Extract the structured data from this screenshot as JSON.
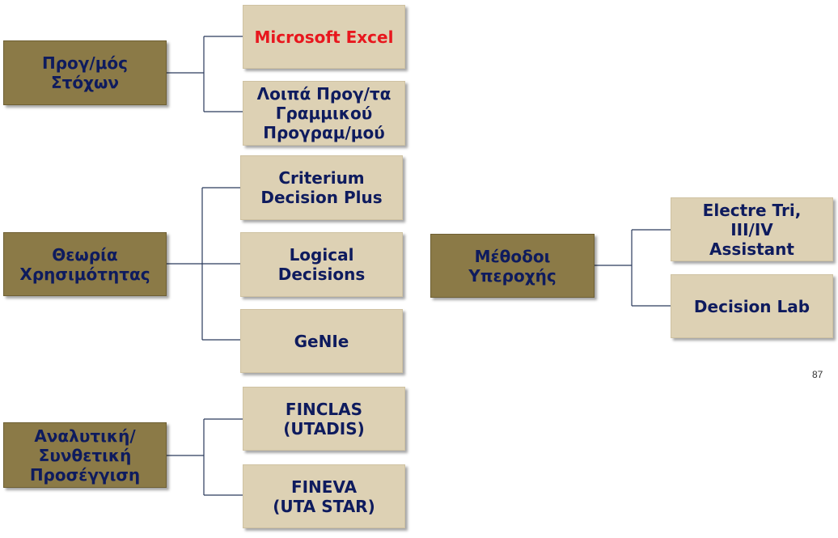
{
  "colors": {
    "category_fill": "#8B7A47",
    "tool_fill": "#DDD1B4",
    "text": "#0E1B5E",
    "highlight_text": "#E8171E",
    "line": "#2a3a5c"
  },
  "groups": [
    {
      "category": "Προγ/μός\nΣτόχων",
      "tools": [
        "Microsoft Excel",
        "Λοιπά Προγ/τα\nΓραμμικού\nΠρογραμ/μού"
      ]
    },
    {
      "category": "Θεωρία\nΧρησιμότητας",
      "tools": [
        "Criterium\nDecision Plus",
        "Logical\nDecisions",
        "GeNIe"
      ]
    },
    {
      "category": "Αναλυτική/\nΣυνθετική\nΠροσέγγιση",
      "tools": [
        "FINCLAS\n(UTADIS)",
        "FINEVA\n(UTA STAR)"
      ]
    },
    {
      "category": "Μέθοδοι\nΥπεροχής",
      "tools": [
        "Electre Tri,\nIII/IV\nAssistant",
        "Decision Lab"
      ]
    }
  ],
  "page_number": "87"
}
